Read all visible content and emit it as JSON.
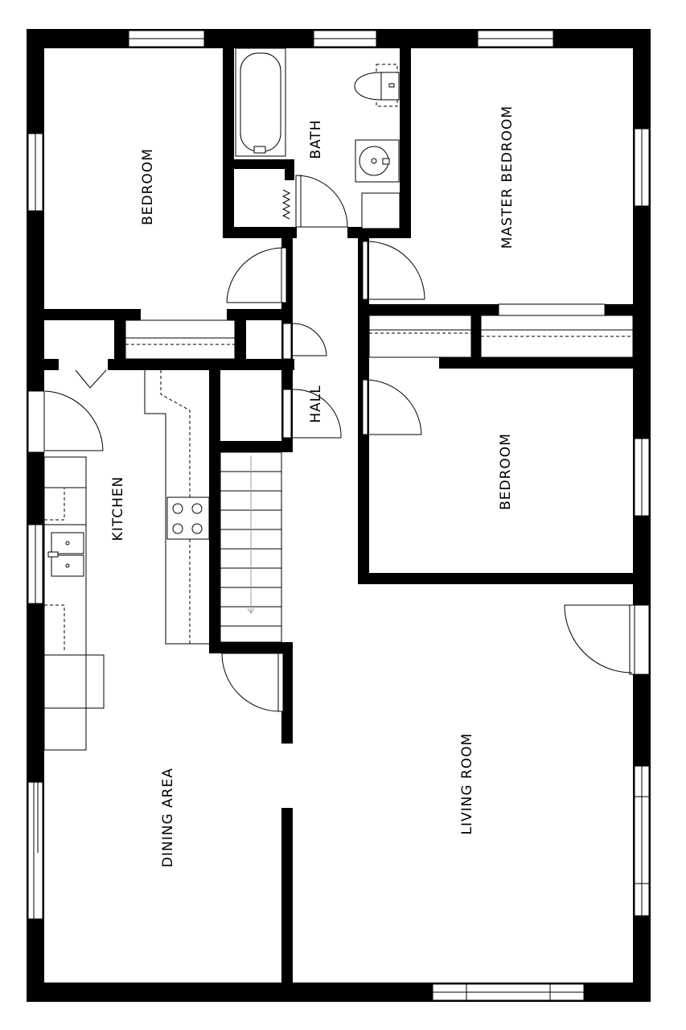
{
  "rooms": {
    "bedroom_top_left": "BEDROOM",
    "bath": "BATH",
    "master_bedroom": "MASTER BEDROOM",
    "hall": "HALL",
    "kitchen": "KITCHEN",
    "bedroom_right": "BEDROOM",
    "dining_area": "DINING AREA",
    "living_room": "LIVING ROOM"
  },
  "colors": {
    "wall": "#000000",
    "background": "#ffffff"
  }
}
